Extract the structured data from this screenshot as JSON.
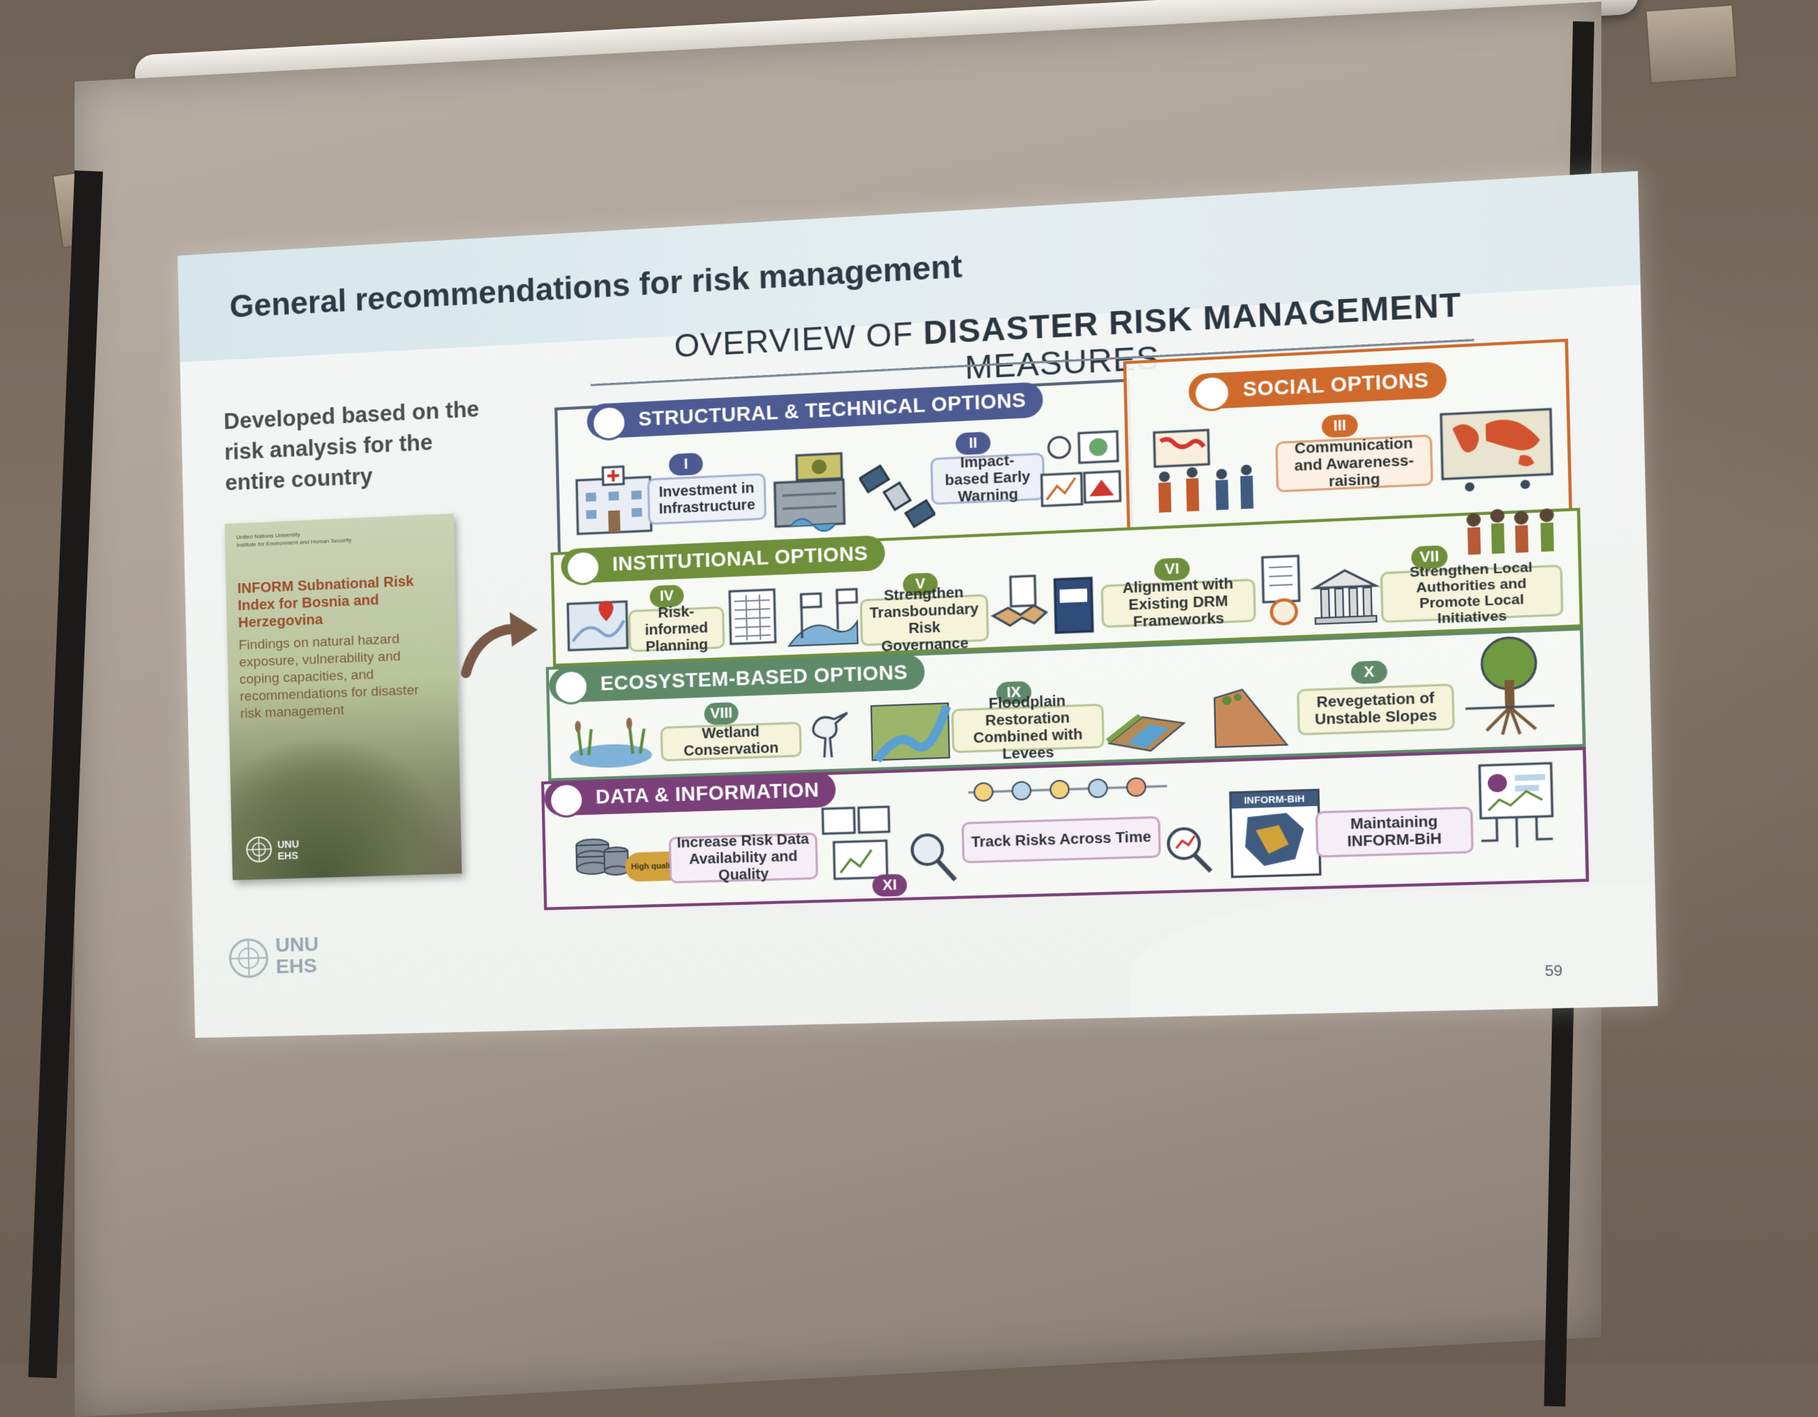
{
  "slide": {
    "title": "General recommendations for risk management",
    "left_text": "Developed based on the\nrisk analysis for the\nentire country",
    "page_number": "59",
    "logo_text": "UNU\nEHS"
  },
  "report": {
    "org": "United Nations University\nInstitute for Environment and Human Security",
    "title": "INFORM Subnational Risk Index for Bosnia and Herzegovina",
    "subtitle": "Findings on natural hazard exposure, vulnerability and coping capacities, and recommendations for disaster risk management",
    "logo_text": "UNU\nEHS"
  },
  "infographic": {
    "title_prefix": "OVERVIEW OF ",
    "title_bold": "DISASTER RISK MANAGEMENT",
    "title_suffix": " MEASURES",
    "colors": {
      "structural": "#4d5b93",
      "social": "#cf6a2c",
      "institutional": "#6f8f3b",
      "ecosystem": "#5f8a6a",
      "data": "#7b3f79"
    },
    "sections": {
      "structural": {
        "label": "STRUCTURAL & TECHNICAL OPTIONS",
        "icon": "factory-icon",
        "items": [
          {
            "num": "I",
            "label": "Investment in Infrastructure"
          },
          {
            "num": "II",
            "label": "Impact-based Early Warning"
          }
        ]
      },
      "social": {
        "label": "SOCIAL OPTIONS",
        "icon": "people-icon",
        "items": [
          {
            "num": "III",
            "label": "Communication and Awareness-raising"
          }
        ]
      },
      "institutional": {
        "label": "INSTITUTIONAL OPTIONS",
        "icon": "institution-icon",
        "items": [
          {
            "num": "IV",
            "label": "Risk-informed Planning"
          },
          {
            "num": "V",
            "label": "Strengthen Transboundary Risk Governance"
          },
          {
            "num": "VI",
            "label": "Alignment with Existing DRM Frameworks"
          },
          {
            "num": "VII",
            "label": "Strengthen Local Authorities and Promote Local Initiatives"
          }
        ]
      },
      "ecosystem": {
        "label": "ECOSYSTEM-BASED OPTIONS",
        "icon": "sprout-icon",
        "items": [
          {
            "num": "VIII",
            "label": "Wetland Conservation"
          },
          {
            "num": "IX",
            "label": "Floodplain Restoration Combined with Levees"
          },
          {
            "num": "X",
            "label": "Revegetation of Unstable Slopes"
          }
        ]
      },
      "data": {
        "label": "DATA & INFORMATION",
        "icon": "database-icon",
        "items": [
          {
            "num": "XI",
            "label": "Increase Risk Data Availability and Quality"
          },
          {
            "num": "",
            "label": "Track Risks Across Time"
          },
          {
            "num": "",
            "label": "Maintaining INFORM-BiH"
          }
        ],
        "badge": "High quality",
        "map_label": "INFORM-BiH"
      }
    }
  }
}
